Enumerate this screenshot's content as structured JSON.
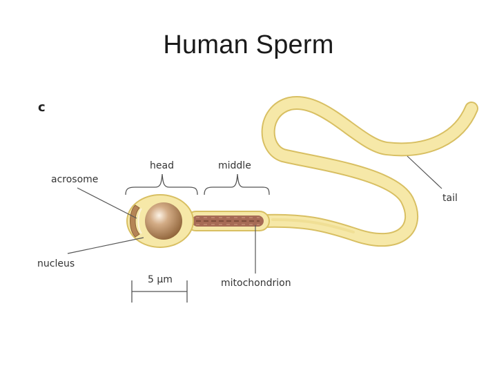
{
  "title": "Human Sperm",
  "panel_letter": "c",
  "labels": {
    "acrosome": "acrosome",
    "head": "head",
    "middle": "middle",
    "tail": "tail",
    "nucleus": "nucleus",
    "mitochondrion": "mitochondrion",
    "scale": "5 µm"
  },
  "colors": {
    "body_fill": "#f6e8a8",
    "body_outline": "#d8bf62",
    "nucleus": "#a97c52",
    "acrosome": "#b58456",
    "mitochondria": "#a66a55",
    "leader_lines": "#555555"
  }
}
